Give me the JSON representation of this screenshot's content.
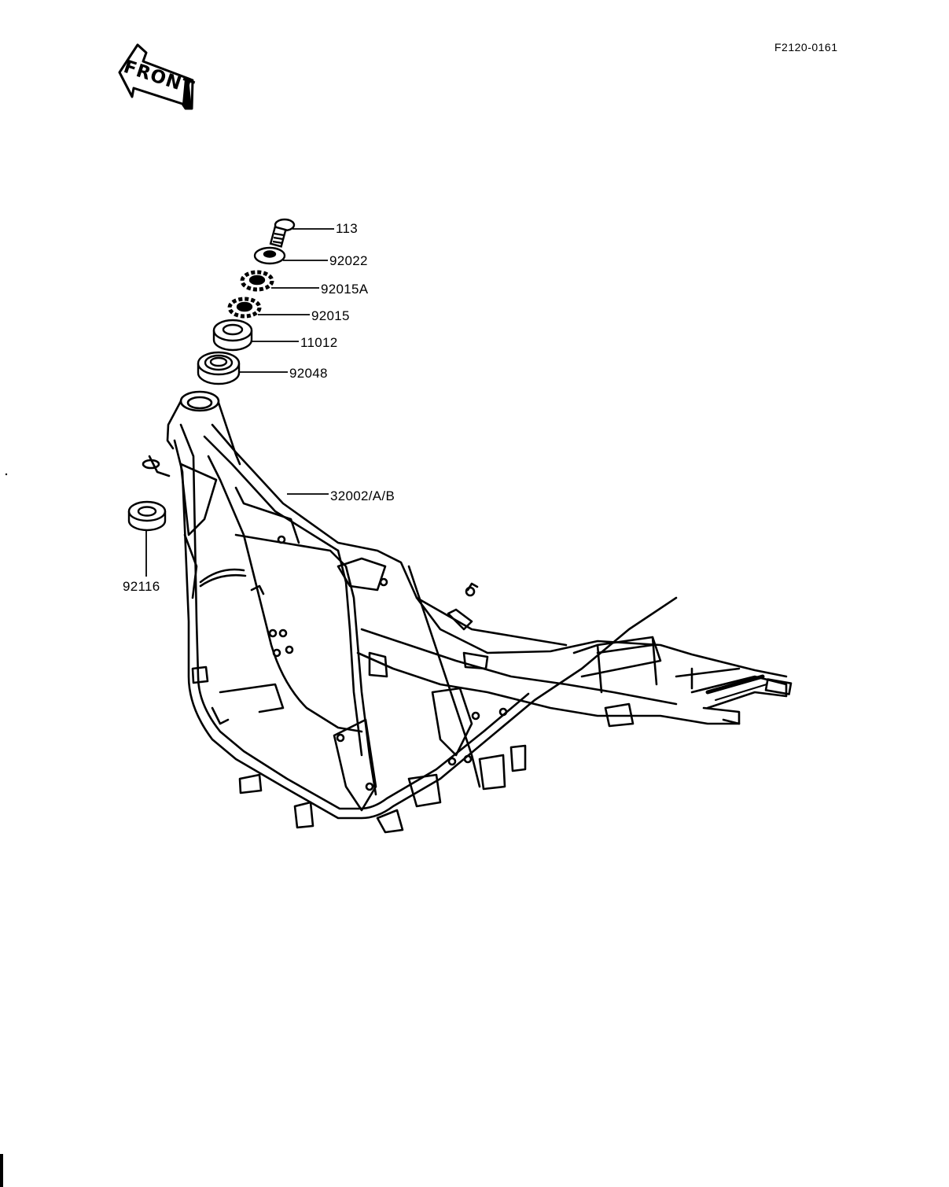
{
  "diagram_code": "F2120-0161",
  "front_arrow": {
    "text": "FRONT",
    "icon": "front-direction-arrow-icon"
  },
  "callouts": [
    {
      "id": "113",
      "text": "113"
    },
    {
      "id": "92022",
      "text": "92022"
    },
    {
      "id": "92015A",
      "text": "92015A"
    },
    {
      "id": "92015",
      "text": "92015"
    },
    {
      "id": "11012",
      "text": "11012"
    },
    {
      "id": "92048",
      "text": "92048"
    },
    {
      "id": "32002",
      "text": "32002/A/B"
    },
    {
      "id": "92116",
      "text": "92116"
    }
  ]
}
